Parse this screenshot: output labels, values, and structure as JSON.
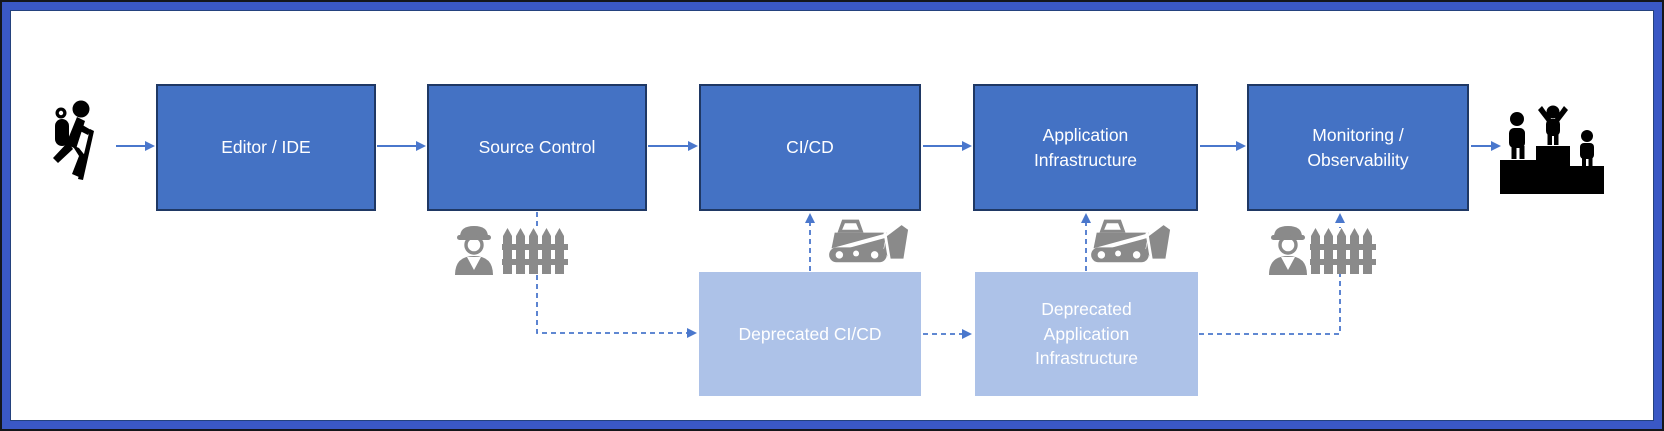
{
  "diagram": {
    "description": "DevOps toolchain flow with deprecated migration path",
    "colors": {
      "box_fill": "#4472C4",
      "box_border": "#1F3864",
      "deprecated_fill": "#ADC2E8",
      "arrow": "#4A77CC",
      "icon_gray": "#8A8A8A",
      "frame_blue": "#3A58C5",
      "text": "#FFFFFF"
    }
  },
  "boxes": {
    "editor": "Editor / IDE",
    "source_control": "Source Control",
    "cicd": "CI/CD",
    "app_infra": "Application\nInfrastructure",
    "monitoring": "Monitoring /\nObservability",
    "deprecated_cicd": "Deprecated CI/CD",
    "deprecated_app_infra": "Deprecated\nApplication\nInfrastructure"
  },
  "icons": {
    "start": "hiker-icon",
    "finish": "winners-podium-icon",
    "gates": "construction-worker-icon, picket-fence-icon",
    "migration": "bulldozer-icon"
  },
  "connections": {
    "solid_flow": [
      "hiker → Editor / IDE",
      "Editor / IDE → Source Control",
      "Source Control → CI/CD",
      "CI/CD → Application Infrastructure",
      "Application Infrastructure → Monitoring / Observability",
      "Monitoring / Observability → podium"
    ],
    "dashed_flow": [
      "Source Control → Deprecated CI/CD",
      "Deprecated CI/CD → CI/CD",
      "Deprecated CI/CD → Deprecated Application Infrastructure",
      "Deprecated Application Infrastructure → Application Infrastructure",
      "Deprecated Application Infrastructure → Monitoring / Observability"
    ]
  }
}
